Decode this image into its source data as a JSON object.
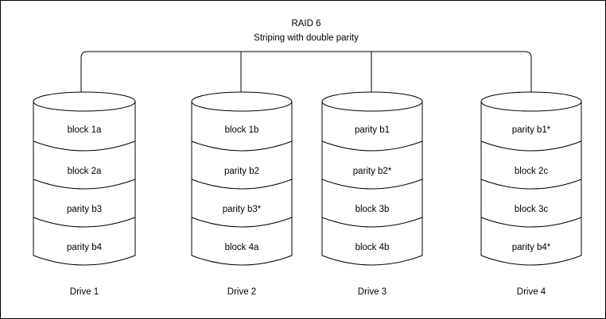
{
  "diagram": {
    "title_line1": "RAID 6",
    "title_line2": "Striping with double parity",
    "connector_label": "raid-controller-bracket",
    "stroke_color": "#000000",
    "fill_color": "#ffffff",
    "background_color": "#ffffff",
    "border_color": "#000000"
  },
  "drives": [
    {
      "label": "Drive 1",
      "blocks": [
        {
          "text": "block 1a"
        },
        {
          "text": "block 2a"
        },
        {
          "text": "parity b3"
        },
        {
          "text": "parity b4"
        }
      ]
    },
    {
      "label": "Drive 2",
      "blocks": [
        {
          "text": "block 1b"
        },
        {
          "text": "parity b2"
        },
        {
          "text": "parity b3*"
        },
        {
          "text": "block 4a"
        }
      ]
    },
    {
      "label": "Drive 3",
      "blocks": [
        {
          "text": "parity b1"
        },
        {
          "text": "parity b2*"
        },
        {
          "text": "block 3b"
        },
        {
          "text": "block 4b"
        }
      ]
    },
    {
      "label": "Drive 4",
      "blocks": [
        {
          "text": "parity b1*"
        },
        {
          "text": "block 2c"
        },
        {
          "text": "block 3c"
        },
        {
          "text": "parity b4*"
        }
      ]
    }
  ]
}
